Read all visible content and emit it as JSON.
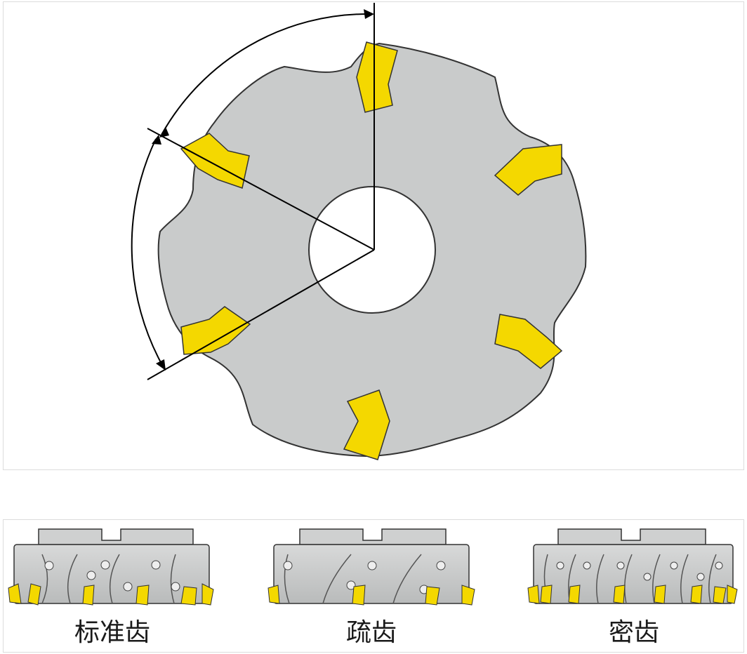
{
  "colors": {
    "cutter_body": "#c9cbcb",
    "insert": "#f4d800",
    "outline": "#333333",
    "line": "#000000"
  },
  "variants": [
    {
      "id": "standard",
      "label": "标准齿"
    },
    {
      "id": "coarse",
      "label": "疏齿"
    },
    {
      "id": "fine",
      "label": "密齿"
    }
  ]
}
